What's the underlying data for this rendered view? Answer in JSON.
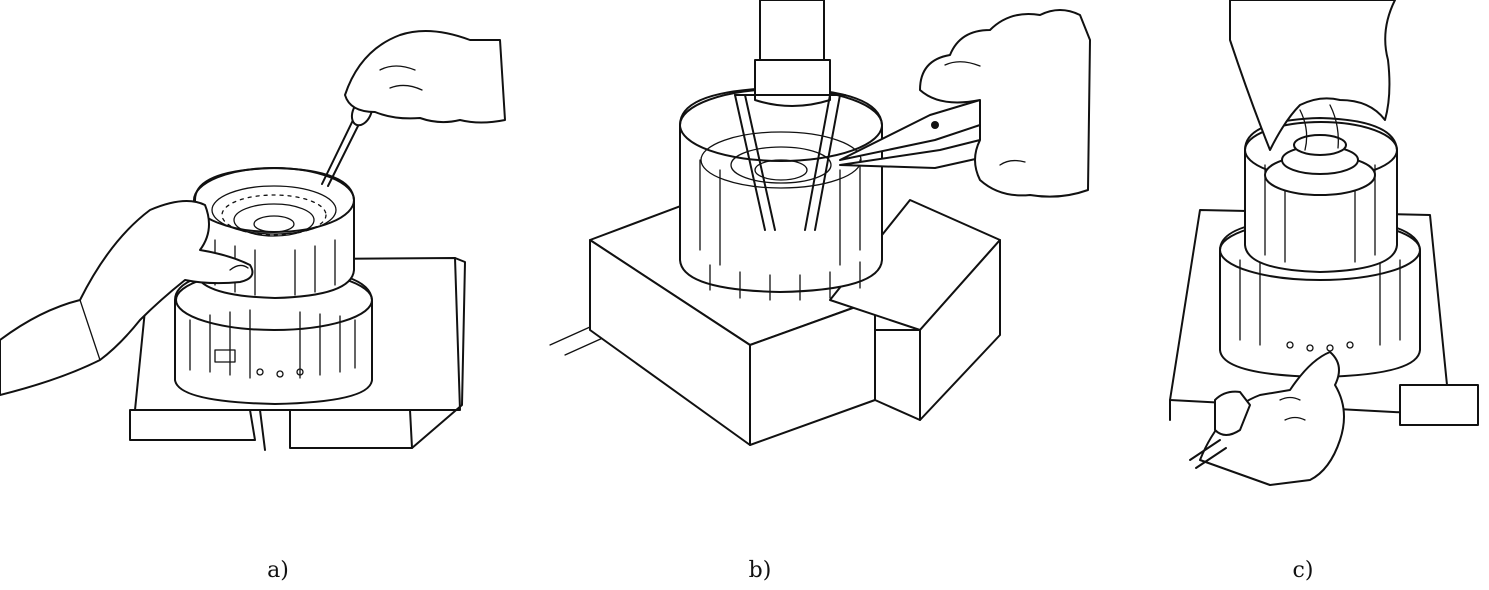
{
  "figure": {
    "panels": [
      {
        "caption": "a)",
        "illustration_icon": "clutch-pack-screwdriver-illustration-icon"
      },
      {
        "caption": "b)",
        "illustration_icon": "spring-compressor-snap-ring-pliers-illustration-icon"
      },
      {
        "caption": "c)",
        "illustration_icon": "clutch-drum-removal-illustration-icon"
      }
    ],
    "colors": {
      "ink": "#111111",
      "background": "#ffffff"
    }
  }
}
